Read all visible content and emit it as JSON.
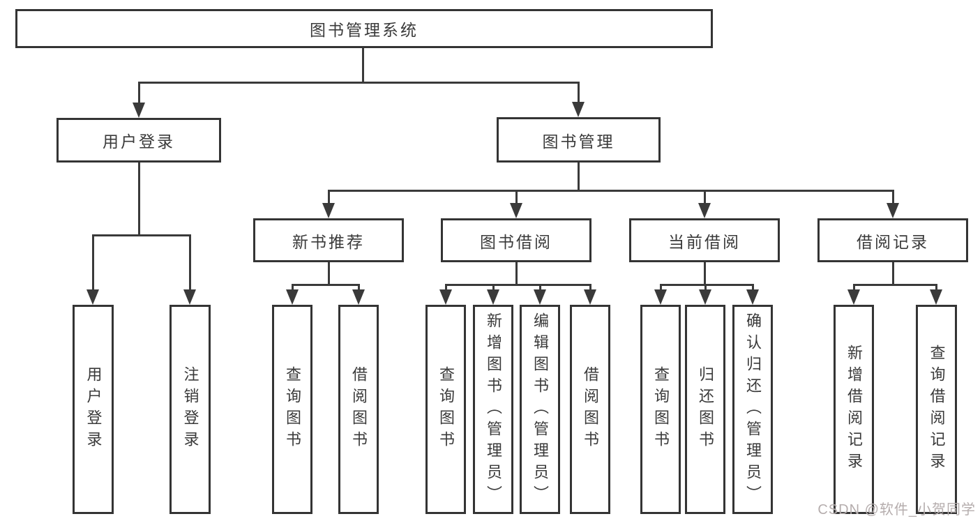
{
  "diagram_type": "hierarchy-tree",
  "tree": {
    "label": "图书管理系统",
    "children": [
      {
        "label": "用户登录",
        "children": [
          {
            "label": "用户登录"
          },
          {
            "label": "注销登录"
          }
        ]
      },
      {
        "label": "图书管理",
        "children": [
          {
            "label": "新书推荐",
            "children": [
              {
                "label": "查询图书"
              },
              {
                "label": "借阅图书"
              }
            ]
          },
          {
            "label": "图书借阅",
            "children": [
              {
                "label": "查询图书"
              },
              {
                "label": "新增图书（管理员）"
              },
              {
                "label": "编辑图书（管理员）"
              },
              {
                "label": "借阅图书"
              }
            ]
          },
          {
            "label": "当前借阅",
            "children": [
              {
                "label": "查询图书"
              },
              {
                "label": "归还图书"
              },
              {
                "label": "确认归还（管理员）"
              }
            ]
          },
          {
            "label": "借阅记录",
            "children": [
              {
                "label": "新增借阅记录"
              },
              {
                "label": "查询借阅记录"
              }
            ]
          }
        ]
      }
    ]
  },
  "watermark": {
    "text": "CSDN @软件_小贺同学"
  },
  "colors": {
    "line": "#3a3a3a",
    "box_border": "#343434",
    "text": "#3a3a3a",
    "background": "#ffffff",
    "watermark": "#b5adad"
  }
}
